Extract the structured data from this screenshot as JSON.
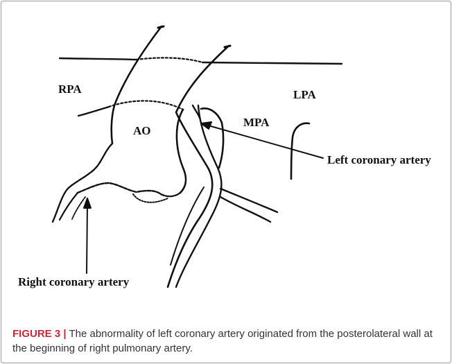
{
  "diagram": {
    "labels": {
      "rpa": "RPA",
      "ao": "AO",
      "mpa": "MPA",
      "lpa": "LPA",
      "left_coronary": "Left coronary artery",
      "right_coronary": "Right coronary artery"
    }
  },
  "caption": {
    "figure_number": "FIGURE 3",
    "separator": "|",
    "text": " The abnormality of left coronary artery originated from the posterolateral wall at the beginning of right pulmonary artery."
  }
}
